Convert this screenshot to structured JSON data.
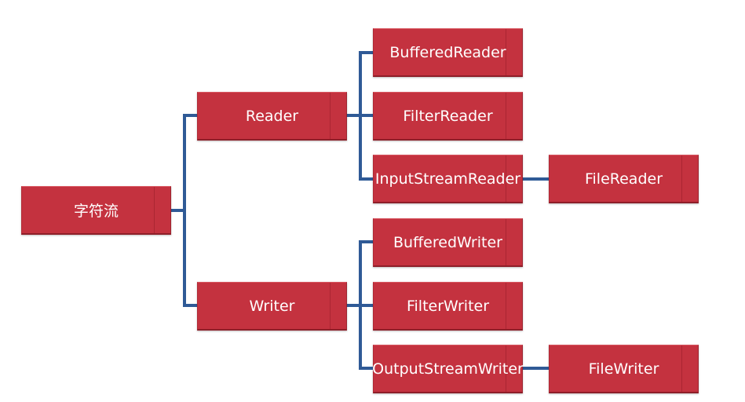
{
  "diagram": {
    "root": {
      "label": "字符流"
    },
    "reader": {
      "label": "Reader",
      "children": [
        {
          "label": "BufferedReader"
        },
        {
          "label": "FilterReader"
        },
        {
          "label": "InputStreamReader",
          "child": {
            "label": "FileReader"
          }
        }
      ]
    },
    "writer": {
      "label": "Writer",
      "children": [
        {
          "label": "BufferedWriter"
        },
        {
          "label": "FilterWriter"
        },
        {
          "label": "OutputStreamWriter",
          "child": {
            "label": "FileWriter"
          }
        }
      ]
    },
    "colors": {
      "node_fill": "#c4323f",
      "connector": "#2f5a96",
      "text": "#ffffff"
    }
  }
}
